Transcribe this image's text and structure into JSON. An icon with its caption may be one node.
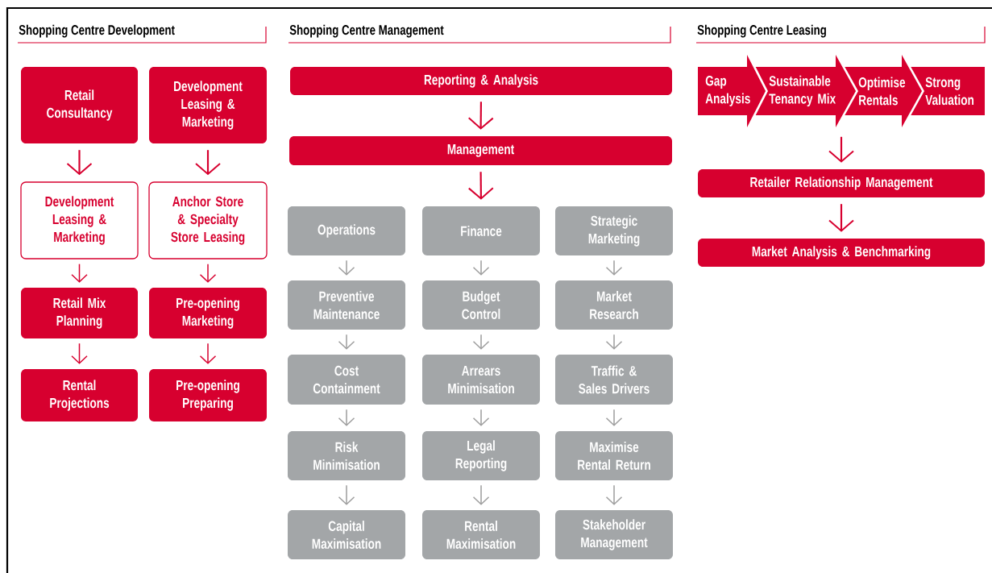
{
  "diagram": {
    "nodes": [
      {
        "text": [
          "Retail Consultancy"
        ]
      },
      {
        "text": [
          "Development Leasing & Marketing"
        ]
      },
      {
        "text": [
          "Development Leasing & Marketing"
        ]
      },
      {
        "text": [
          "Anchor Store & Specialty Store Leasing"
        ]
      },
      {
        "text": [
          "Retail Mix Planning"
        ]
      },
      {
        "text": [
          "Pre-opening Marketing"
        ]
      },
      {
        "text": [
          "Rental Projections"
        ]
      },
      {
        "text": [
          "Pre-opening Preparing"
        ]
      },
      {
        "text": [
          "Reporting & Analysis"
        ]
      },
      {
        "text": [
          "Management"
        ]
      },
      {
        "text": [
          "Operations"
        ]
      },
      {
        "text": [
          "Finance"
        ]
      },
      {
        "text": [
          "Strategic Marketing"
        ]
      },
      {
        "text": [
          "Preventive Maintenance"
        ]
      },
      {
        "text": [
          "Budget Control"
        ]
      },
      {
        "text": [
          "Market Research"
        ]
      },
      {
        "text": [
          "Cost Containment"
        ]
      },
      {
        "text": [
          "Arrears Minimisation"
        ]
      },
      {
        "text": [
          "Traffic & Sales Drivers"
        ]
      },
      {
        "text": [
          "Risk Minimisation"
        ]
      },
      {
        "text": [
          "Legal Reporting"
        ]
      },
      {
        "text": [
          "Maximise Rental Return"
        ]
      },
      {
        "text": [
          "Capital Maximisation"
        ]
      },
      {
        "text": [
          "Rental Maximisation"
        ]
      },
      {
        "text": [
          "Stakeholder Management"
        ]
      },
      {
        "text": [
          "Gap Analysis"
        ]
      },
      {
        "text": [
          "Sustainable Tenancy Mix"
        ]
      },
      {
        "text": [
          "Optimise Rentals"
        ]
      },
      {
        "text": [
          "Strong Valuation"
        ]
      },
      {
        "text": [
          "Retailer Relationship Management"
        ]
      },
      {
        "text": [
          "Market Analysis & Benchmarking"
        ]
      }
    ],
    "edges": [
      {
        "from": 0,
        "to": 2,
        "arrow": "to",
        "color": "#d7002f"
      },
      {
        "from": 1,
        "to": 3,
        "arrow": "to",
        "color": "#d7002f"
      },
      {
        "from": 2,
        "to": 4,
        "arrow": "to",
        "color": "#d7002f"
      },
      {
        "from": 3,
        "to": 5,
        "arrow": "to",
        "color": "#d7002f"
      },
      {
        "from": 4,
        "to": 6,
        "arrow": "to",
        "color": "#d7002f"
      },
      {
        "from": 5,
        "to": 7,
        "arrow": "to",
        "color": "#d7002f"
      },
      {
        "from": 8,
        "to": 9,
        "arrow": "to",
        "color": "#d7002f"
      },
      {
        "from": 9,
        "to": 11,
        "arrow": "to",
        "color": "#d7002f"
      },
      {
        "from": 10,
        "to": 13,
        "arrow": "to"
      },
      {
        "from": 11,
        "to": 14,
        "arrow": "to"
      },
      {
        "from": 12,
        "to": 15,
        "arrow": "to"
      },
      {
        "from": 13,
        "to": 16,
        "arrow": "to"
      },
      {
        "from": 14,
        "to": 17,
        "arrow": "to"
      },
      {
        "from": 15,
        "to": 18,
        "arrow": "to"
      },
      {
        "from": 16,
        "to": 19,
        "arrow": "to"
      },
      {
        "from": 17,
        "to": 20,
        "arrow": "to"
      },
      {
        "from": 18,
        "to": 21,
        "arrow": "to"
      },
      {
        "from": 19,
        "to": 22,
        "arrow": "to"
      },
      {
        "from": 20,
        "to": 23,
        "arrow": "to"
      },
      {
        "from": 21,
        "to": 24,
        "arrow": "to"
      },
      {
        "from": 26,
        "to": 29,
        "arrow": "to",
        "color": "#d7002f"
      },
      {
        "from": 29,
        "to": 30,
        "arrow": "to",
        "color": "#d7002f"
      }
    ],
    "labels": [
      "Shopping Centre Development",
      "Shopping Centre Management",
      "Shopping Centre Leasing"
    ]
  }
}
